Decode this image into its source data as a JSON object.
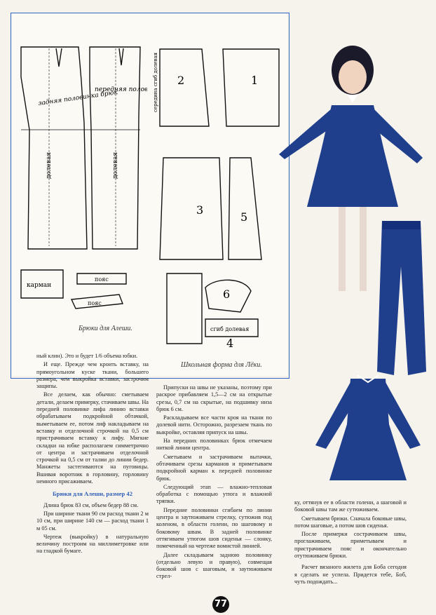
{
  "captions": {
    "left": "Брюки для Алеши.",
    "right": "Школьная форма для Лёки."
  },
  "pattern_labels": {
    "back_trousers": "задняя половинка брюк",
    "front_trousers": "передняя половинка брюк",
    "grain_line": "долевая",
    "pocket": "карман",
    "belt": "пояс",
    "part1": "1",
    "part2": "2",
    "part3": "3",
    "part4": "4",
    "part5": "5",
    "part6": "6",
    "fold_grain": "сгиб долевая",
    "mid_fold": "середина сгиб долевая"
  },
  "article": {
    "col1": [
      "ный клин). Это и будет 1/6 объема юбки.",
      "И еще. Прежде чем кроить вставку, на прямоугольном куске ткани, большего размера, чем выкройка вставки, застрочим защипы.",
      "Все делаем, как обычно: сметываем детали, делаем примерку, стачиваем швы. На передней половинке лифа линию вставки обрабатываем подкройной обтачкой, выметываем ее, потом лиф накладываем на вставку и отделочной строчкой на 0,5 см пристрачиваем вставку к лифу. Мягкие складки на юбке располагаем симметрично от центра и застрачиваем отделочной строчкой на 0,5 см от талии до линии бедер. Манжеты застегиваются на пуговицы. Вшивая воротник в горловину, горловину немного присаживаем."
    ],
    "heading": "Брюки для Алеши, размер 42",
    "col1b": [
      "Длина брюк 83 см, объем бедер 88 см.",
      "При ширине ткани 90 см расход ткани 2 м 10 см, при ширине 140 см — расход ткани 1 м 05 см.",
      "Чертеж (выкройку) в натуральную величину построим на миллиметровке или на гладкой бумаге."
    ],
    "col2": [
      "Припуски на швы не указаны, поэтому при раскрое прибавляем 1,5—2 см на открытые срезы, 0,7 см на скрытые, на подшивку низа брюк 6 см.",
      "Раскладываем все части кроя на ткани по долевой нити. Осторожно, разрезаем ткань по выкройке, оставляя припуск на швы.",
      "На передних половинках брюк отмечаем ниткой линии центра.",
      "Сметываем и застрачиваем вытачки, обтачиваем срезы карманов и приметываем подкройной карман к передней половинке брюк.",
      "Следующий этап — влажно-тепловая обработка с помощью утюга и влажной тряпки.",
      "Передние половинки сгибаем по линии центра и заутюживаем стрелку, сутюжив под коленом, в области голени, по шаговому и боковому швам. В задней половинке оттягиваем утюгом шов сиденья — слонку, помеченный на чертеже вомистой линией.",
      "Далее складываем заднюю половинку (отдельно левую и правую), совмещая боковой шов с шаговым, и заутюживаем стрел-"
    ],
    "col3": [
      "ку, оттянув ее в области голени, а шаговой и боковой швы там же сутюживаем.",
      "Сметываем брюки. Сначала боковые швы, потом шаговые, а потом шов сиденья.",
      "После примерки сострачиваем швы, проглаживаем, приметываем и пристрачиваем пояс и окончательно отутюживаем брюки.",
      "Расчет вязаного жилета для Боба сегодня я сделать не успела. Придется тебе, Боб, чуть подождать..."
    ]
  },
  "page_number": "77",
  "colors": {
    "frame": "#2f67c4",
    "uniform": "#1f3e8c",
    "heading": "#2f5fb8"
  }
}
